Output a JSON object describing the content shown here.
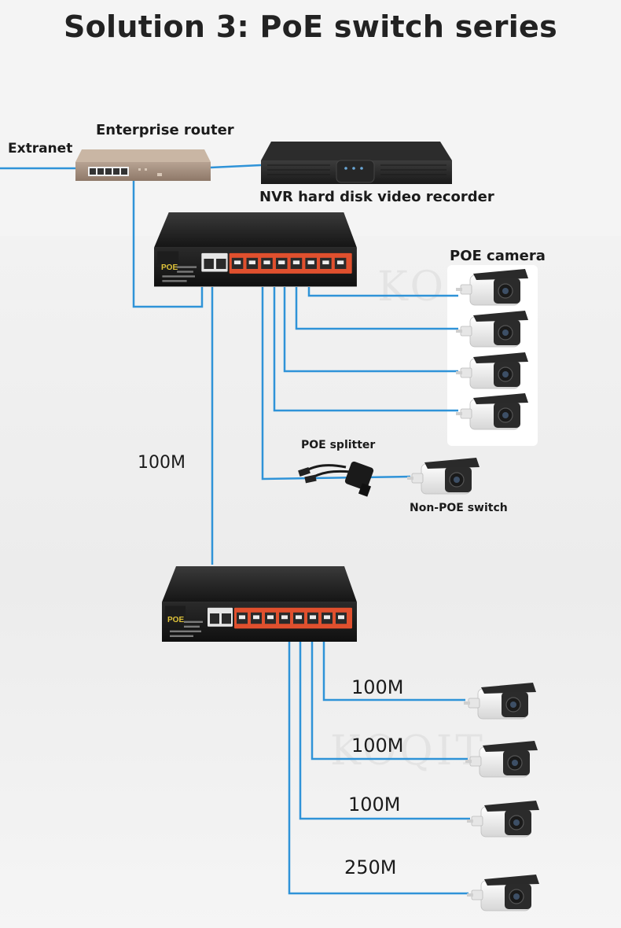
{
  "title": "Solution 3: PoE switch series",
  "labels": {
    "extranet": "Extranet",
    "enterprise_router": "Enterprise router",
    "nvr": "NVR hard disk video recorder",
    "poe_camera": "POE camera",
    "poe_splitter": "POE splitter",
    "non_poe_switch": "Non-POE switch",
    "uplink_bandwidth": "100M"
  },
  "switch_badge": "POE",
  "watermark": "KOQIT",
  "lower_links": [
    {
      "bandwidth": "100M"
    },
    {
      "bandwidth": "100M"
    },
    {
      "bandwidth": "100M"
    },
    {
      "bandwidth": "250M"
    }
  ],
  "colors": {
    "cable": "#2f93d8",
    "switch_body": "#1c1c1c",
    "port_strip": "#e0502e",
    "router_body": "#a08a7a"
  }
}
